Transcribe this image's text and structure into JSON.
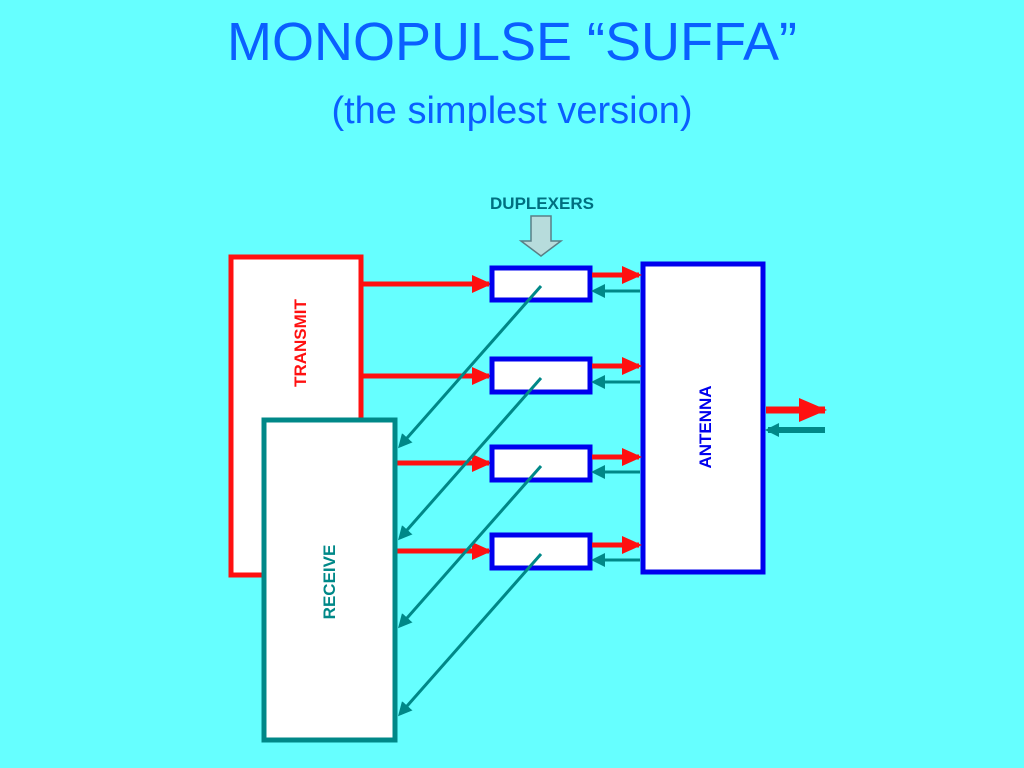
{
  "slide": {
    "title": "MONOPULSE “SUFFA”",
    "subtitle": "(the simplest version)"
  },
  "diagram": {
    "duplexers_label": "DUPLEXERS",
    "transmit_label": "TRANSMIT",
    "receive_label": "RECEIVE",
    "antenna_label": "ANTENNA",
    "colors": {
      "background": "#66ffff",
      "title": "#0a5fff",
      "transmit": "#ff1010",
      "receive": "#008888",
      "antenna": "#0000ee",
      "duplexer": "#0000ee",
      "pointer_fill": "#b7dcdc"
    }
  }
}
